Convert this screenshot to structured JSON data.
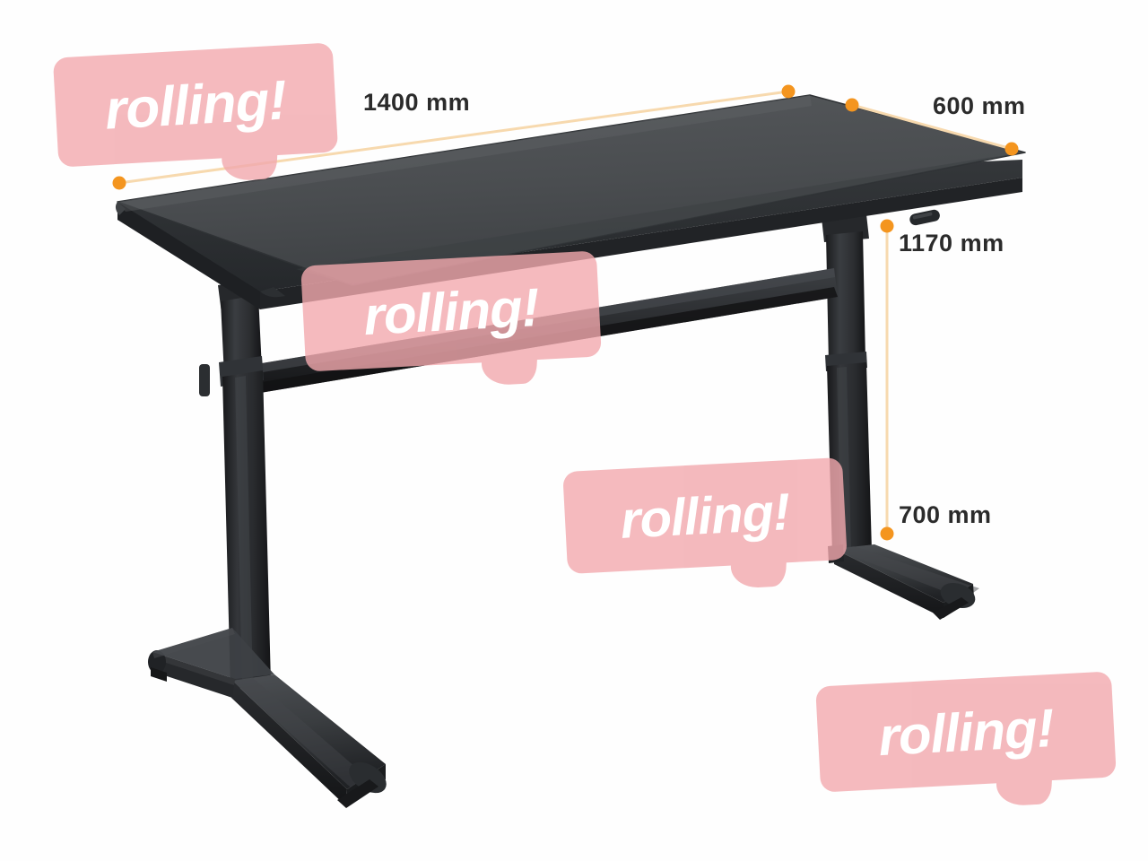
{
  "image": {
    "subject": "height-adjustable-desk",
    "background_color": "#fefefe",
    "view": "three-quarter perspective"
  },
  "dimensions": {
    "accent_color": "#f4951f",
    "line_color": "#f7d9ae",
    "label_color": "#2b2b2b",
    "items": [
      {
        "id": "width",
        "label": "1400 mm",
        "value": 1400,
        "unit": "mm",
        "measures": "tabletop-width",
        "orientation": "horizontal"
      },
      {
        "id": "depth",
        "label": "600 mm",
        "value": 600,
        "unit": "mm",
        "measures": "tabletop-depth",
        "orientation": "diagonal"
      },
      {
        "id": "height-max",
        "label": "1170 mm",
        "value": 1170,
        "unit": "mm",
        "measures": "maximum-height",
        "orientation": "vertical"
      },
      {
        "id": "height-min",
        "label": "700 mm",
        "value": 700,
        "unit": "mm",
        "measures": "minimum-height",
        "orientation": "vertical"
      }
    ]
  },
  "watermarks": {
    "text": "rolling!",
    "bubble_color": "#f2a9ae",
    "text_color": "#ffffff",
    "count": 4,
    "instances": [
      {
        "id": "watermark-1",
        "text": "rolling!"
      },
      {
        "id": "watermark-2",
        "text": "rolling!"
      },
      {
        "id": "watermark-3",
        "text": "rolling!"
      },
      {
        "id": "watermark-4",
        "text": "rolling!"
      }
    ]
  },
  "product": {
    "tabletop_color": "#484a4d",
    "tabletop_edge_color": "#2e3033",
    "frame_color": "#222325",
    "frame_highlight_color": "#4a4c50",
    "parts": [
      "tabletop",
      "left-leg-column",
      "right-leg-column",
      "crossbar",
      "left-foot",
      "right-foot",
      "height-adjust-lever"
    ]
  }
}
